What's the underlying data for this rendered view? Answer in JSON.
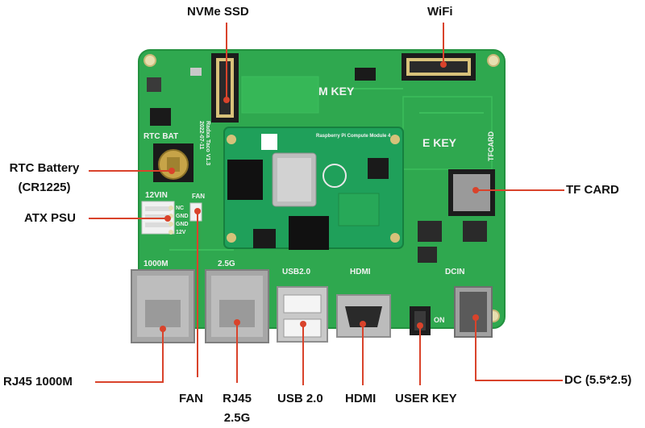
{
  "labels": {
    "nvme_ssd": "NVMe SSD",
    "wifi": "WiFi",
    "rtc_battery": "RTC Battery",
    "rtc_battery_model": "(CR1225)",
    "tf_card": "TF CARD",
    "atx_psu": "ATX PSU",
    "rj45_1000m": "RJ45 1000M",
    "fan": "FAN",
    "rj45_25g": "RJ45",
    "rj45_25g_speed": "2.5G",
    "usb_20": "USB 2.0",
    "hdmi": "HDMI",
    "user_key": "USER KEY",
    "dc": "DC (5.5*2.5)"
  },
  "board_silkscreen": {
    "m_key": "M KEY",
    "e_key": "E KEY",
    "rtc_bat": "RTC BAT",
    "v12vin": "12VIN",
    "fan": "FAN",
    "tfcard": "TFCARD",
    "lan_1000m": "1000M",
    "lan_25g": "2.5G",
    "usb20": "USB2.0",
    "hdmi": "HDMI",
    "dcin": "DCIN",
    "on": "ON",
    "atx_pins": [
      "NC",
      "GND",
      "GND",
      "12V"
    ],
    "board_name": "Radxa Taco V1.3",
    "board_date": "2022-07-11",
    "module_name": "Raspberry Pi Compute Module 4"
  },
  "colors": {
    "pcb": "#2fa84f",
    "leader_line": "#d9432b",
    "label_text": "#111111"
  }
}
